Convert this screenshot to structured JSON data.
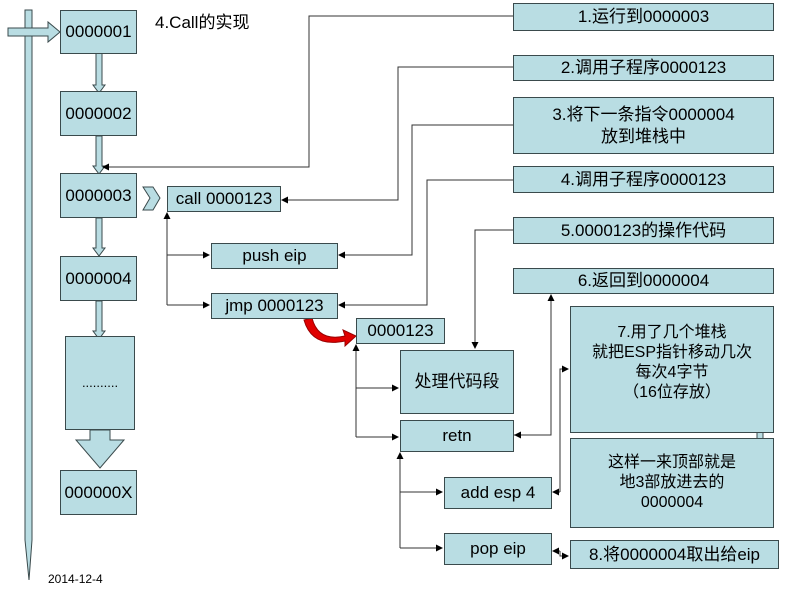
{
  "title": "4.Call的实现",
  "date": "2014-12-4",
  "addresses": [
    "0000001",
    "0000002",
    "0000003",
    "0000004",
    "..........",
    "000000X"
  ],
  "instructions": {
    "call": "call 0000123",
    "push": "push eip",
    "jmp": "jmp 0000123",
    "target": "0000123",
    "process": "处理代码段",
    "retn": "retn",
    "add": "add esp 4",
    "pop": "pop eip"
  },
  "notes": [
    "1.运行到0000003",
    "2.调用子程序0000123",
    "3.将下一条指令0000004\n放到堆栈中",
    "4.调用子程序0000123",
    "5.0000123的操作代码",
    "6.返回到0000004",
    "7.用了几个堆栈\n就把ESP指针移动几次\n每次4字节\n（16位存放）",
    "这样一来顶部就是\n地3部放进去的\n0000004",
    "8.将0000004取出给eip"
  ],
  "colors": {
    "box": "#b9dde3",
    "jump_arrow": "#e00000"
  }
}
